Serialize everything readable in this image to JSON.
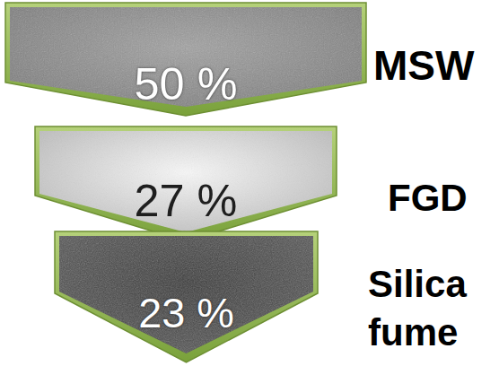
{
  "diagram": {
    "nodes": [
      {
        "text": [
          "50 %",
          "MSW"
        ]
      },
      {
        "text": [
          "27 %",
          "FGD"
        ]
      },
      {
        "text": [
          "23 %",
          "Silica fume"
        ]
      }
    ]
  }
}
